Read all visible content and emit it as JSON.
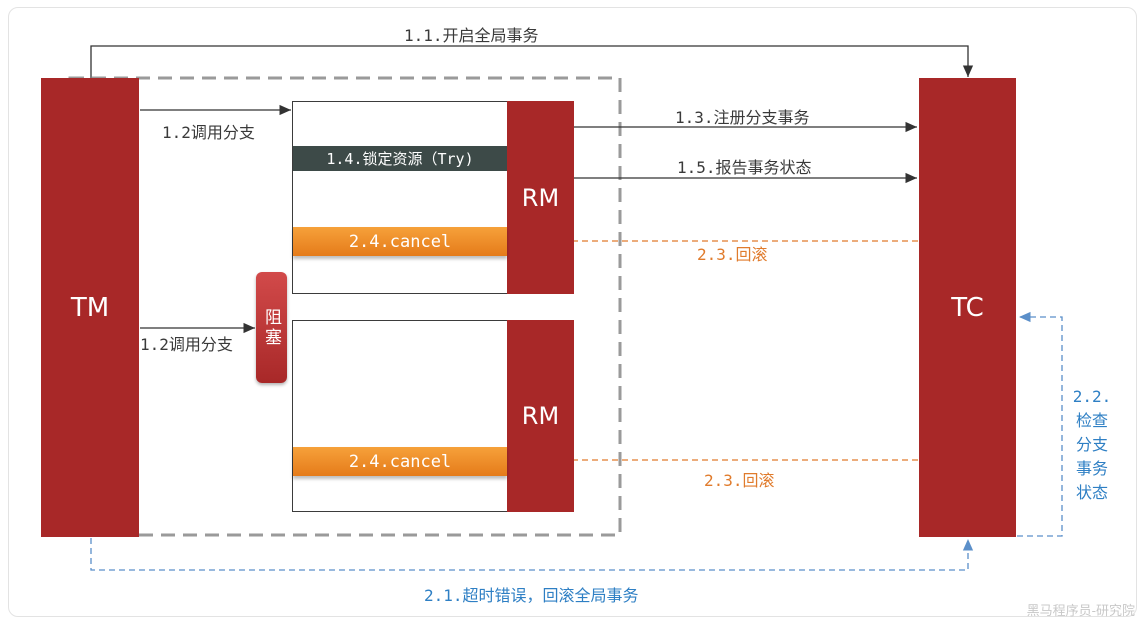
{
  "nodes": {
    "tm": "TM",
    "tc": "TC",
    "rm1": "RM",
    "rm2": "RM",
    "block": "阻塞"
  },
  "labels": {
    "open_global": "1.1.开启全局事务",
    "call_branch_1": "1.2调用分支",
    "call_branch_2": "1.2调用分支",
    "lock_try": "1.4.锁定资源（Try)",
    "register_branch": "1.3.注册分支事务",
    "report_status": "1.5.报告事务状态",
    "cancel_1": "2.4.cancel",
    "cancel_2": "2.4.cancel",
    "rollback_1": "2.3.回滚",
    "rollback_2": "2.3.回滚",
    "check_status": "2.2.\n检查\n分支\n事务\n状态",
    "timeout_rollback": "2.1.超时错误，回滚全局事务"
  },
  "watermark": "黑马程序员-研究院",
  "colors": {
    "node_red": "#a82828",
    "try_bg": "#3d4a48",
    "cancel_orange": "#f0902a",
    "rollback_orange": "#e07b2c",
    "timeout_blue": "#2e7fc4",
    "dashed_gray": "#9a9a9a"
  }
}
